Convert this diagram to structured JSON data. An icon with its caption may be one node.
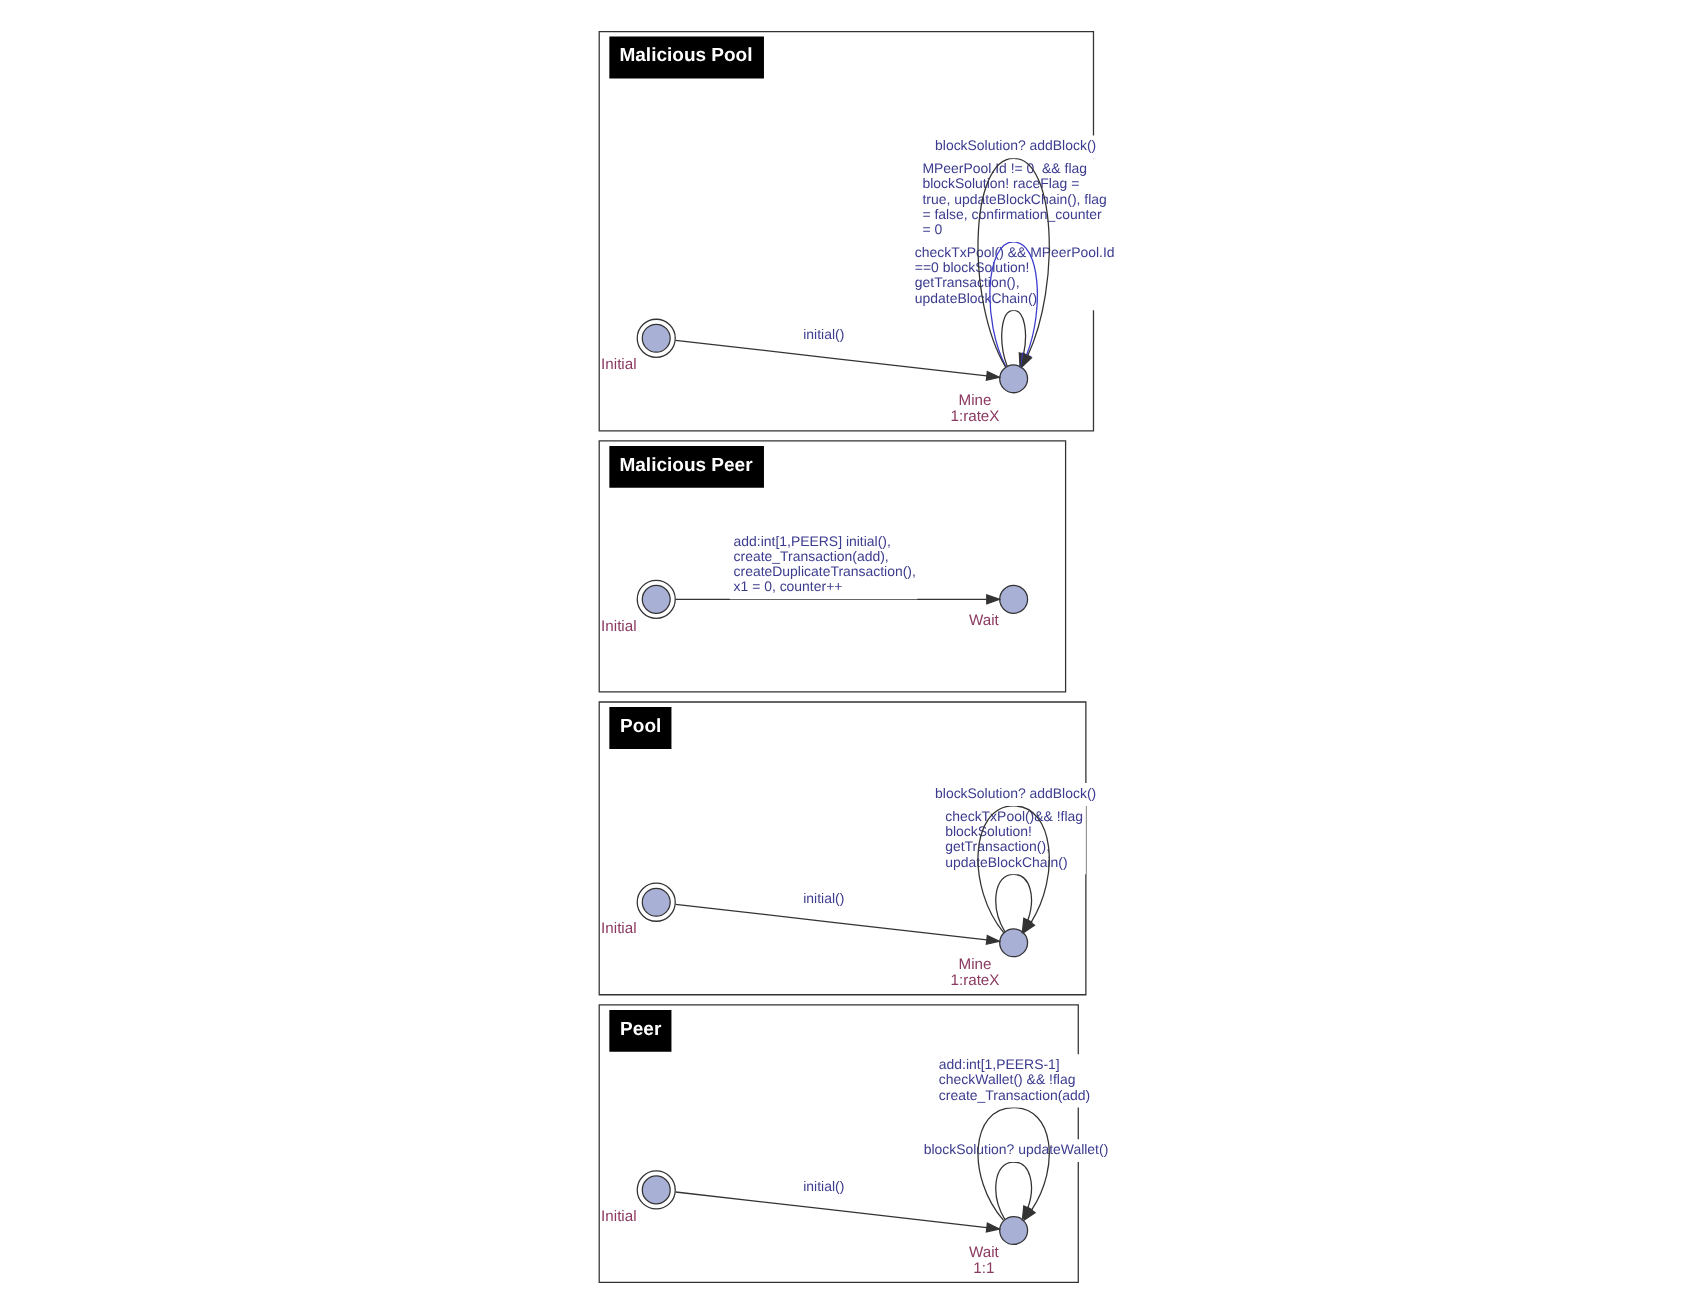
{
  "diagram": {
    "nodes": [
      {
        "text": [
          "Peer"
        ]
      },
      {
        "text": [
          "Initial"
        ],
        "in": 0
      },
      {
        "text": [
          "Wait",
          "1:1"
        ],
        "in": 0
      },
      {
        "text": [
          "Pool"
        ]
      },
      {
        "text": [
          "Initial"
        ],
        "in": 3
      },
      {
        "text": [
          "Mine",
          "1:rateX"
        ],
        "in": 3
      },
      {
        "text": [
          "Malicious Peer"
        ]
      },
      {
        "text": [
          "Initial"
        ],
        "in": 6
      },
      {
        "text": [
          "Wait"
        ],
        "in": 6
      },
      {
        "text": [
          "Malicious Pool"
        ]
      },
      {
        "text": [
          "Initial"
        ],
        "in": 9
      },
      {
        "text": [
          "Mine",
          "1:rateX"
        ],
        "in": 9
      }
    ],
    "edges": [
      {
        "from": 1,
        "to": 2,
        "arrow": "to",
        "label": "initial()"
      },
      {
        "from": 2,
        "to": 2,
        "arrow": "to",
        "label": "blockSolution? updateWallet()"
      },
      {
        "from": 2,
        "to": 2,
        "arrow": "to",
        "label": "add:int[1,PEERS-1] checkWallet() && !flag create_Transaction(add)"
      },
      {
        "from": 4,
        "to": 5,
        "arrow": "to",
        "label": "initial()"
      },
      {
        "from": 5,
        "to": 5,
        "arrow": "to",
        "label": "checkTxPool()&& !flag blockSolution! getTransaction(), updateBlockChain()"
      },
      {
        "from": 5,
        "to": 5,
        "arrow": "to",
        "label": "blockSolution? addBlock()"
      },
      {
        "from": 7,
        "to": 8,
        "arrow": "to",
        "label": "add:int[1,PEERS] initial(), create_Transaction(add), createDuplicateTransaction(), x1 = 0, counter++"
      },
      {
        "from": 10,
        "to": 11,
        "arrow": "to",
        "label": "initial()"
      },
      {
        "from": 11,
        "to": 11,
        "arrow": "to",
        "label": "checkTxPool() && MPeerPool.Id ==0 blockSolution! getTransaction(), updateBlockChain()"
      },
      {
        "from": 11,
        "to": 11,
        "arrow": "to",
        "color": "#3a3acc",
        "label": "MPeerPool.Id != 0  && flag blockSolution! raceFlag = true, updateBlockChain(), flag = false, confirmation_counter = 0"
      },
      {
        "from": 11,
        "to": 11,
        "arrow": "to",
        "label": "blockSolution? addBlock()"
      }
    ]
  }
}
